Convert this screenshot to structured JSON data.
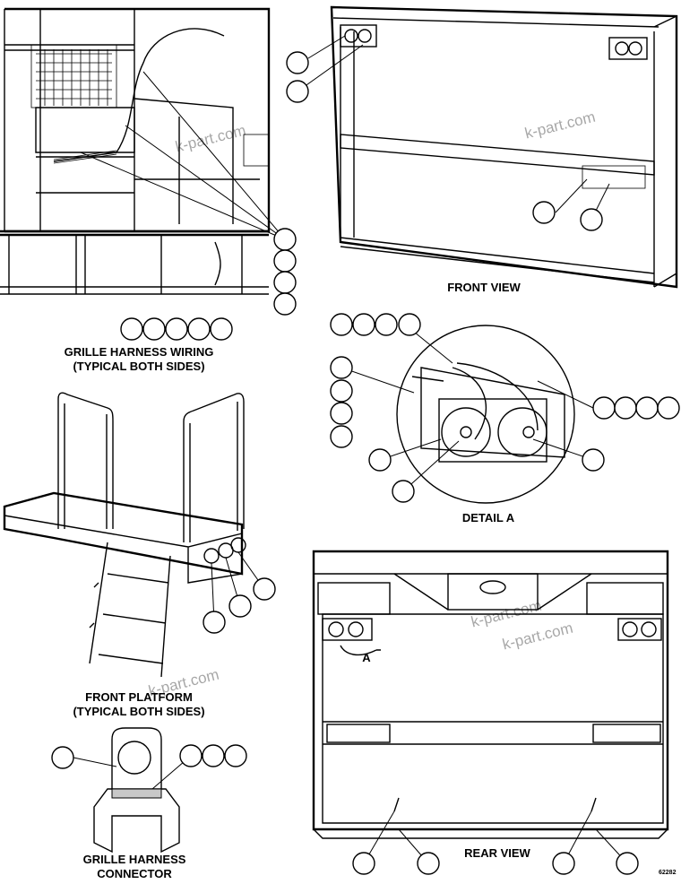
{
  "captions": {
    "grille_harness_wiring_1": "GRILLE HARNESS WIRING",
    "grille_harness_wiring_2": "(TYPICAL BOTH SIDES)",
    "front_view": "FRONT VIEW",
    "detail_a": "DETAIL A",
    "front_platform_1": "FRONT PLATFORM",
    "front_platform_2": "(TYPICAL BOTH SIDES)",
    "connector_1": "GRILLE HARNESS",
    "connector_2": "CONNECTOR",
    "rear_view": "REAR VIEW",
    "detail_marker": "A"
  },
  "watermark": "k-part.com",
  "document_number": "62282"
}
